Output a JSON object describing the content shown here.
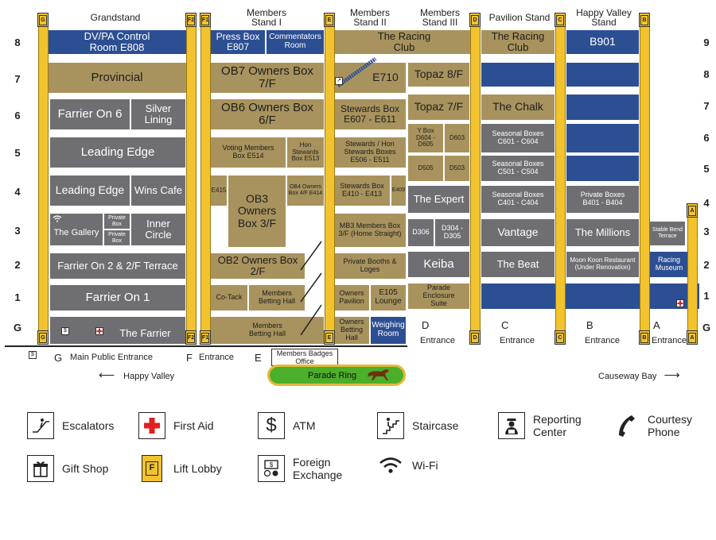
{
  "stands": {
    "grandstand": "Grandstand",
    "members1": "Members Stand I",
    "members2": "Members Stand II",
    "members3": "Members Stand III",
    "pavilion": "Pavilion Stand",
    "happyvalley": "Happy Valley Stand"
  },
  "floors_left": [
    "8",
    "7",
    "6",
    "5",
    "4",
    "3",
    "2",
    "1",
    "G"
  ],
  "floors_right": [
    "9",
    "8",
    "7",
    "6",
    "5",
    "4",
    "3",
    "2",
    "1",
    "G"
  ],
  "lift_letters": [
    "G",
    "F2",
    "F1",
    "E",
    "D",
    "C",
    "B",
    "A"
  ],
  "rooms": {
    "dvpa": "DV/PA Control Room E808",
    "pressbox": "Press Box E807",
    "commentators": "Commentators Room",
    "racingclub1": "The Racing Club",
    "racingclub2": "The Racing Club",
    "b901": "B901",
    "provincial": "Provincial",
    "ob7": "OB7 Owners Box 7/F",
    "e710": "E710",
    "topaz8": "Topaz 8/F",
    "farrier6": "Farrier On 6",
    "silver": "Silver Lining",
    "ob6": "OB6 Owners Box 6/F",
    "stewards6": "Stewards Box E607 - E611",
    "topaz7": "Topaz 7/F",
    "chalk": "The Chalk",
    "ybox": "Y Box D604 - D605",
    "d603": "D603",
    "seasonal6": "Seasonal Boxes C601 - C604",
    "leadingedge5": "Leading Edge",
    "voting": "Voting Members Box E514",
    "honstew1": "Hon Stewards Box E513",
    "honstew2": "Stewards / Hon Stewards Boxes E506 - E511",
    "d505": "D505",
    "d503": "D503",
    "seasonal5": "Seasonal Boxes C501 - C504",
    "leadingedge4": "Leading Edge",
    "winscafe": "Wins Cafe",
    "e415": "E415",
    "ob3": "OB3 Owners Box 3/F",
    "ob4": "OB4 Owners Box 4/F E414",
    "stewards4": "Stewards Box E410 - E413",
    "e409": "E409",
    "expert": "The Expert",
    "seasonal4": "Seasonal Boxes C401 - C404",
    "private4": "Private Boxes B401 - B404",
    "gallery": "The Gallery",
    "privbox1": "Private Box",
    "privbox2": "Private Box",
    "inner": "Inner Circle",
    "mb3": "MB3 Members Box 3/F (Home Straight)",
    "d306": "D306",
    "d304": "D304 - D305",
    "vantage": "Vantage",
    "millions": "The Millions",
    "stablebend": "Stable Bend Terrace",
    "farrier2": "Farrier On 2 & 2/F Terrace",
    "ob2": "OB2 Owners Box 2/F",
    "privbooths": "Private Booths & Loges",
    "keiba": "Keiba",
    "beat": "The Beat",
    "moonkoon": "Moon Koon Restaurant (Under Renovation)",
    "museum": "Racing Museum",
    "farrier1": "Farrier On 1",
    "cotack": "Co-Tack",
    "mbh1": "Members Betting Hall",
    "ownpav": "Owners Pavilion",
    "e105": "E105 Lounge",
    "parade": "Parade Enclosure Suite",
    "farrierG": "The Farrier",
    "mbhG": "Members Betting Hall",
    "obh": "Owners Betting Hall",
    "weighing": "Weighing Room"
  },
  "entrances": {
    "d_letter": "D",
    "d_label": "Entrance",
    "c_letter": "C",
    "c_label": "Entrance",
    "b_letter": "B",
    "b_label": "Entrance",
    "a_letter": "A",
    "a_label": "Entrance",
    "g_letter": "G",
    "g_label": "Main Public Entrance",
    "f_letter": "F",
    "f_label": "Entrance",
    "e_letter": "E",
    "badges": "Members Badges Office",
    "parade_ring": "Parade Ring",
    "happy_valley": "Happy Valley",
    "causeway_bay": "Causeway Bay"
  },
  "legend": {
    "escalators": "Escalators",
    "first_aid": "First Aid",
    "atm": "ATM",
    "staircase": "Staircase",
    "reporting": "Reporting Center",
    "courtesy": "Courtesy Phone",
    "gift": "Gift Shop",
    "lift": "Lift Lobby",
    "forex": "Foreign Exchange",
    "wifi": "Wi-Fi"
  },
  "icons": {
    "atm_glyph": "$",
    "lift_glyph": "F"
  },
  "colors": {
    "tan": "#a8935e",
    "grey": "#6f6f73",
    "blue": "#2c4f93",
    "lift_yellow": "#f2c32e",
    "parade_green": "#4caf2a",
    "firstaid_red": "#e02020"
  }
}
